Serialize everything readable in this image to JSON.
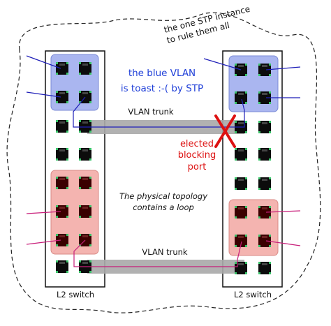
{
  "cloud_label_line1": "the one STP instance",
  "cloud_label_line2": "to rule them all",
  "blue_vlan_line1": "the blue VLAN",
  "blue_vlan_line2": "is toast :-( by STP",
  "trunk_top_label": "VLAN trunk",
  "trunk_bottom_label": "VLAN trunk",
  "blocking_line1": "elected",
  "blocking_line2": "blocking",
  "blocking_line3": "port",
  "topology_line1": "The physical topology",
  "topology_line2": "contains a loop",
  "left_switch_label": "L2 switch",
  "right_switch_label": "L2 switch",
  "colors": {
    "blue_vlan_fill": "#aab6f0",
    "blue_vlan_stroke": "#7a8ad6",
    "red_vlan_fill": "#f4b4b0",
    "red_vlan_stroke": "#d98a86",
    "blue_line": "#1f1fb8",
    "magenta_line": "#c81e7a",
    "blocking_red": "#dd1111",
    "trunk_gray": "#a8a8a8",
    "port_green": "#39c46a"
  }
}
